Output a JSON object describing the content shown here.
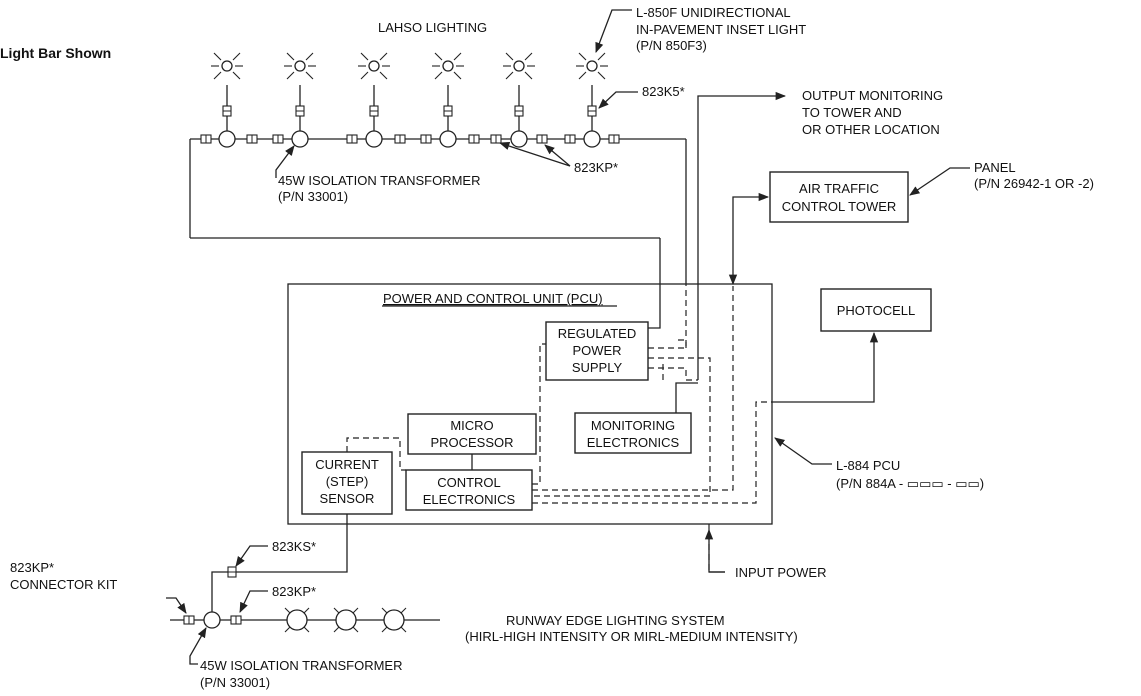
{
  "diagram": {
    "caption_fragment": "Light Bar Shown",
    "labels": {
      "lahso_lighting": "LAHSO LIGHTING",
      "l850f_line1": "L-850F UNIDIRECTIONAL",
      "l850f_line2": "IN-PAVEMENT INSET LIGHT",
      "l850f_line3": "(P/N 850F3)",
      "k823k5": "823K5*",
      "output_mon_line1": "OUTPUT MONITORING",
      "output_mon_line2": "TO TOWER AND",
      "output_mon_line3": "OR OTHER LOCATION",
      "k823kp_top": "823KP*",
      "iso_top_line1": "45W ISOLATION TRANSFORMER",
      "iso_top_line2": "(P/N 33001)",
      "panel_line1": "PANEL",
      "panel_line2": "(P/N 26942-1 OR -2)",
      "pcu_title": "POWER AND CONTROL UNIT (PCU)",
      "l884_line1": "L-884 PCU",
      "l884_line2": "(P/N 884A - ▭▭▭ - ▭▭)",
      "input_power": "INPUT POWER",
      "k823ks": "823KS*",
      "k823kp_bottom": "823KP*",
      "connector_line1": "823KP*",
      "connector_line2": "CONNECTOR KIT",
      "runway_line1": "RUNWAY EDGE LIGHTING SYSTEM",
      "runway_line2": "(HIRL-HIGH INTENSITY OR MIRL-MEDIUM INTENSITY)",
      "iso_bottom_line1": "45W ISOLATION TRANSFORMER",
      "iso_bottom_line2": "(P/N 33001)"
    },
    "blocks": {
      "atc_line1": "AIR TRAFFIC",
      "atc_line2": "CONTROL TOWER",
      "photocell": "PHOTOCELL",
      "rps_line1": "REGULATED",
      "rps_line2": "POWER",
      "rps_line3": "SUPPLY",
      "micro_line1": "MICRO",
      "micro_line2": "PROCESSOR",
      "monitor_line1": "MONITORING",
      "monitor_line2": "ELECTRONICS",
      "current_line1": "CURRENT",
      "current_line2": "(STEP)",
      "current_line3": "SENSOR",
      "control_line1": "CONTROL",
      "control_line2": "ELECTRONICS"
    }
  }
}
